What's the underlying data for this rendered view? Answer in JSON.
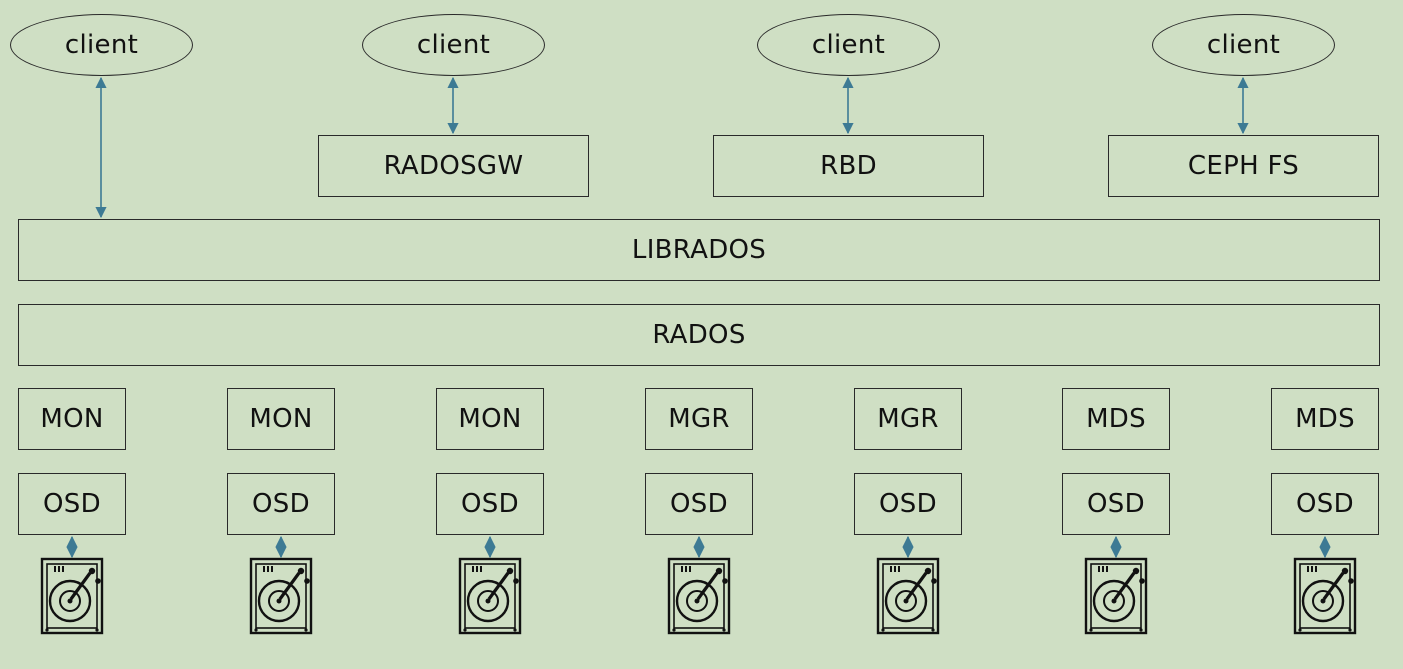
{
  "clients": [
    "client",
    "client",
    "client",
    "client"
  ],
  "gateways": [
    "RADOSGW",
    "RBD",
    "CEPH FS"
  ],
  "librados": "LIBRADOS",
  "rados": "RADOS",
  "daemons": [
    "MON",
    "MON",
    "MON",
    "MGR",
    "MGR",
    "MDS",
    "MDS"
  ],
  "osds": [
    "OSD",
    "OSD",
    "OSD",
    "OSD",
    "OSD",
    "OSD",
    "OSD"
  ],
  "disk_icon": "hard-disk-icon",
  "colors": {
    "background": "#cfdfc4",
    "connector": "#3d7a94",
    "stroke": "#2a2a2a"
  }
}
